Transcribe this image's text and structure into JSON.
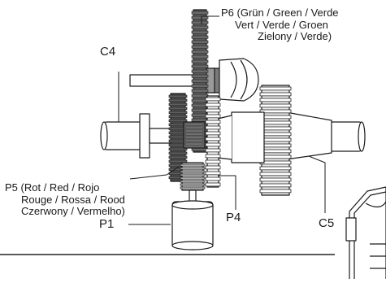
{
  "labels": {
    "c4": "C4",
    "c5": "C5",
    "p1": "P1",
    "p4": "P4",
    "p5": {
      "prefix": "P5",
      "line1": "(Rot / Red / Rojo",
      "line2": "Rouge / Rossa / Rood",
      "line3": "Czerwony / Vermelho)"
    },
    "p6": {
      "prefix": "P6",
      "line1": "(Grün / Green / Verde",
      "line2": "Vert / Verde / Groen",
      "line3": "Zielony / Verde)"
    }
  },
  "colors": {
    "ink": "#1a1a1a",
    "gear_dark": "#555555",
    "gear_mid": "#8a8a8a",
    "part_fill": "#ffffff",
    "rule": "#222222"
  }
}
